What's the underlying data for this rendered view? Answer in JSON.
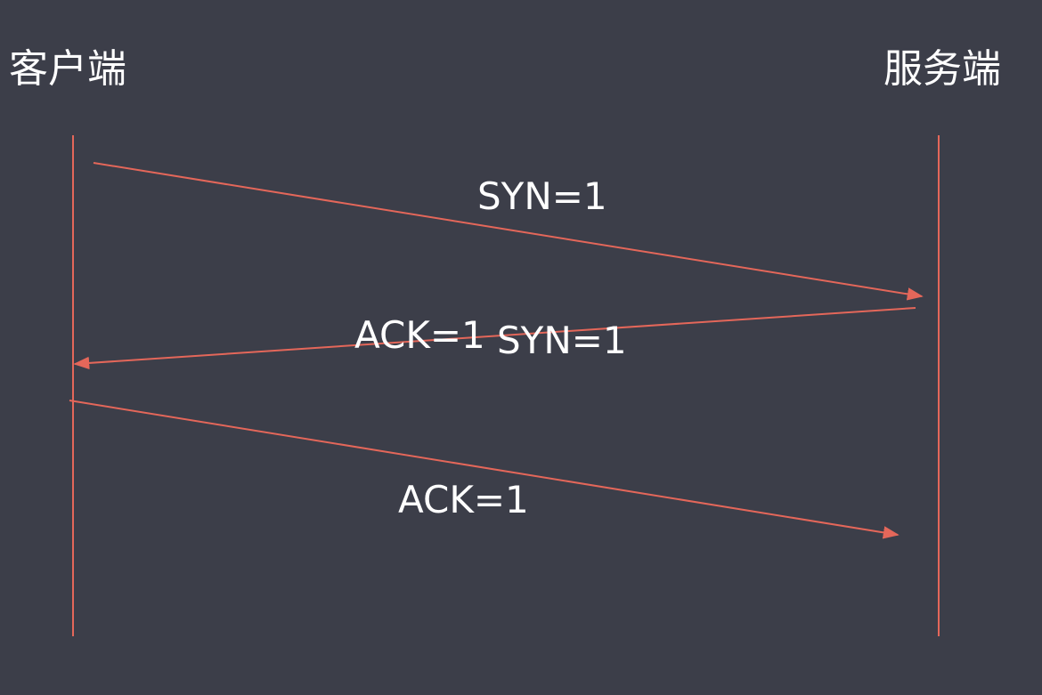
{
  "parties": {
    "client": "客户端",
    "server": "服务端"
  },
  "messages": [
    {
      "direction": "client-to-server",
      "labels": [
        "SYN=1"
      ]
    },
    {
      "direction": "server-to-client",
      "labels": [
        "ACK=1",
        "SYN=1"
      ]
    },
    {
      "direction": "client-to-server",
      "labels": [
        "ACK=1"
      ]
    }
  ],
  "colors": {
    "background": "#3c3e49",
    "line": "#e4675a",
    "text": "#ffffff"
  }
}
